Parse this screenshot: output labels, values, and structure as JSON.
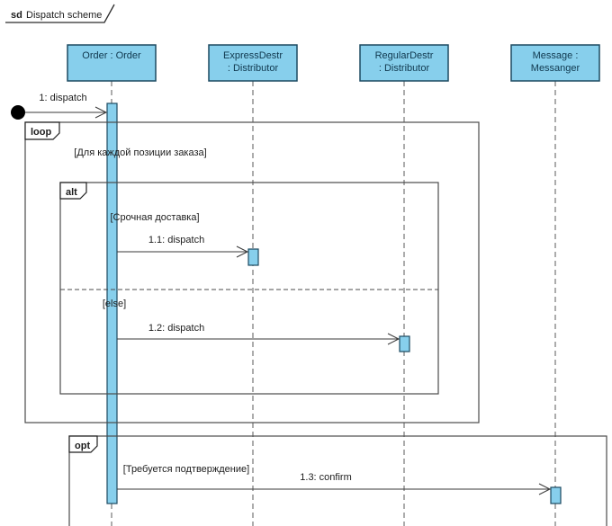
{
  "frame": {
    "keyword": "sd",
    "title": "Dispatch scheme"
  },
  "lifelines": [
    {
      "id": "order",
      "lines": [
        "Order : Order"
      ]
    },
    {
      "id": "express",
      "lines": [
        "ExpressDestr",
        ": Distributor"
      ]
    },
    {
      "id": "regular",
      "lines": [
        "RegularDestr",
        ": Distributor"
      ]
    },
    {
      "id": "message",
      "lines": [
        "Message :",
        "Messanger"
      ]
    }
  ],
  "messages": [
    {
      "label": "1: dispatch",
      "from": "start-node",
      "to": "order"
    },
    {
      "label": "1.1: dispatch",
      "from": "order",
      "to": "express"
    },
    {
      "label": "1.2: dispatch",
      "from": "order",
      "to": "regular"
    },
    {
      "label": "1.3: confirm",
      "from": "order",
      "to": "message"
    }
  ],
  "fragments": {
    "loop": {
      "operator": "loop",
      "guard": "[Для каждой позиции заказа]"
    },
    "alt": {
      "operator": "alt",
      "guard1": "[Срочная доставка]",
      "guard2": "[else]"
    },
    "opt": {
      "operator": "opt",
      "guard": "[Требуется подтверждение]"
    }
  },
  "colors": {
    "shape_fill": "#87CFEC",
    "shape_border": "#1d4a61",
    "fragment_border": "#4b4b4b",
    "start_node": "#000000"
  }
}
